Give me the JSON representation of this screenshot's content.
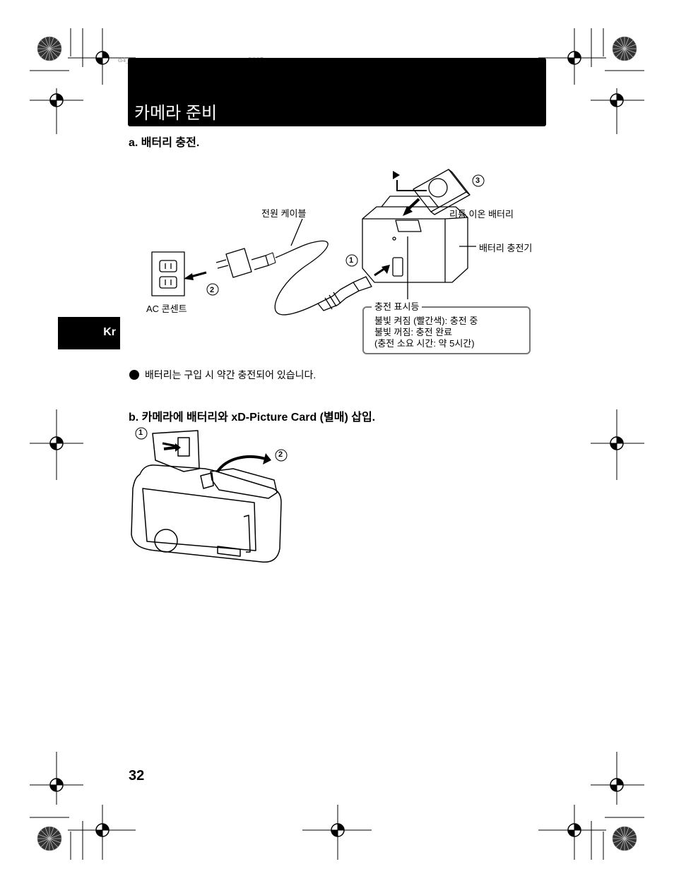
{
  "header": {
    "file_info": "d4___ ____ ____ ___ __ __ ____ __ ___ 2005 ____ __",
    "title": "카메라 준비"
  },
  "lang_tab": "Kr",
  "section_a": {
    "heading": "a.  배터리 충전.",
    "labels": {
      "power_cable": "전원 케이블",
      "lithium_battery": "리튬 이온 배터리",
      "battery_charger": "배터리 충전기",
      "ac_outlet": "AC 콘센트",
      "step_1": "1",
      "step_2": "2",
      "step_3": "3"
    },
    "charge_indicator": {
      "title": "충전 표시등",
      "lines": [
        "불빛 켜짐 (빨간색): 충전 중",
        "불빛 꺼짐: 충전 완료",
        "(충전 소요 시간: 약 5시간)"
      ]
    },
    "note": "배터리는 구입 시 약간 충전되어 있습니다."
  },
  "section_b": {
    "heading": "b.  카메라에 배터리와 xD-Picture Card (별매) 삽입.",
    "step_1": "1",
    "step_2": "2"
  },
  "page_number": "32"
}
